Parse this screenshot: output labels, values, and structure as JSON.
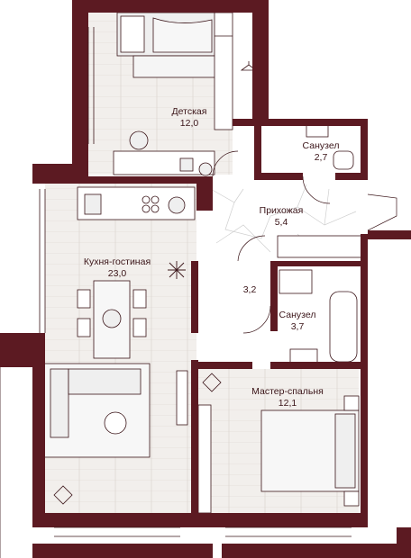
{
  "colors": {
    "wall": "#5c1a22",
    "line": "#3a1418",
    "floor_wood": "#e8e4e0",
    "floor_tile": "#ffffff",
    "furniture": "#ffffff",
    "furniture_fill": "#ececec",
    "stone_line": "#c8c8c8"
  },
  "rooms": [
    {
      "name": "Детская",
      "area": "12,0"
    },
    {
      "name": "Санузел",
      "area": "2,7"
    },
    {
      "name": "Прихожая",
      "area": "5,4"
    },
    {
      "name": "Кухня-гостиная",
      "area": "23,0"
    },
    {
      "name": "",
      "area": "3,2"
    },
    {
      "name": "Санузел",
      "area": "3,7"
    },
    {
      "name": "Мастер-спальня",
      "area": "12,1"
    }
  ],
  "icons": [
    "snowflake-icon",
    "plant-icon",
    "hanger-icon",
    "hanger-icon"
  ]
}
